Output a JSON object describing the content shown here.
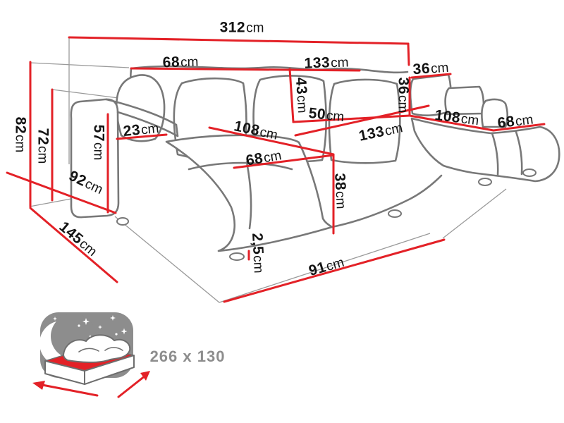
{
  "dimensions": {
    "total_width": {
      "num": "312",
      "unit": "cm"
    },
    "back_section_left": {
      "num": "68",
      "unit": "cm"
    },
    "back_section_middle": {
      "num": "133",
      "unit": "cm"
    },
    "headrest_width": {
      "num": "36",
      "unit": "cm"
    },
    "headrest_height": {
      "num": "36",
      "unit": "cm"
    },
    "total_height": {
      "num": "82",
      "unit": "cm"
    },
    "backrest_height": {
      "num": "72",
      "unit": "cm"
    },
    "armrest_height": {
      "num": "57",
      "unit": "cm"
    },
    "armrest_width": {
      "num": "23",
      "unit": "cm"
    },
    "armrest_depth": {
      "num": "92",
      "unit": "cm"
    },
    "side_depth": {
      "num": "145",
      "unit": "cm"
    },
    "back_cushion_height": {
      "num": "43",
      "unit": "cm"
    },
    "corner_seat_depth": {
      "num": "50",
      "unit": "cm"
    },
    "seat_width": {
      "num": "133",
      "unit": "cm"
    },
    "chaise_length_left": {
      "num": "108",
      "unit": "cm"
    },
    "seat_width_left": {
      "num": "68",
      "unit": "cm"
    },
    "seat_height": {
      "num": "38",
      "unit": "cm"
    },
    "leg_height": {
      "num": "2,5",
      "unit": "cm"
    },
    "front_depth": {
      "num": "91",
      "unit": "cm"
    },
    "chaise_length_right": {
      "num": "108",
      "unit": "cm"
    },
    "chaise_width_right": {
      "num": "68",
      "unit": "cm"
    }
  },
  "sleeping_area": {
    "size": "266 x 130"
  },
  "colors": {
    "red": "#e32127",
    "gray": "#787878",
    "thin": "#9a9a9a",
    "icon_gray": "#8d8d8d",
    "ink": "#141414"
  }
}
